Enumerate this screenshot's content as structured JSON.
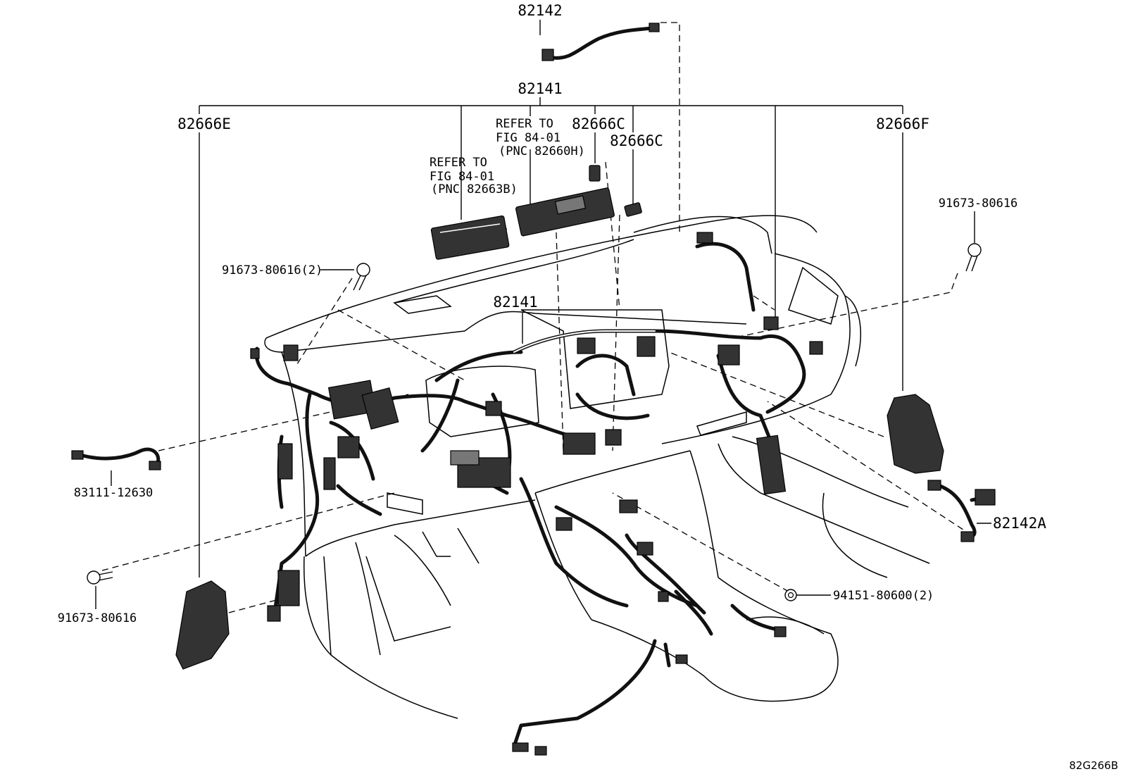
{
  "diagram_id": "82G266B",
  "labels": {
    "p82142": "82142",
    "p82141_top": "82141",
    "p82666E": "82666E",
    "p82666C_a": "82666C",
    "p82666C_b": "82666C",
    "p82666F": "82666F",
    "ref_a_line1": "REFER TO",
    "ref_a_line2": "FIG 84-01",
    "ref_a_line3": "(PNC 82660H)",
    "ref_b_line1": "REFER TO",
    "ref_b_line2": "FIG 84-01",
    "ref_b_line3": "(PNC 82663B)",
    "p91673_r": "91673-80616",
    "p91673_2": "91673-80616(2)",
    "p82141_mid": "82141",
    "p83111": "83111-12630",
    "p82142A": "82142A",
    "p91673_l": "91673-80616",
    "p94151": "94151-80600(2)"
  }
}
